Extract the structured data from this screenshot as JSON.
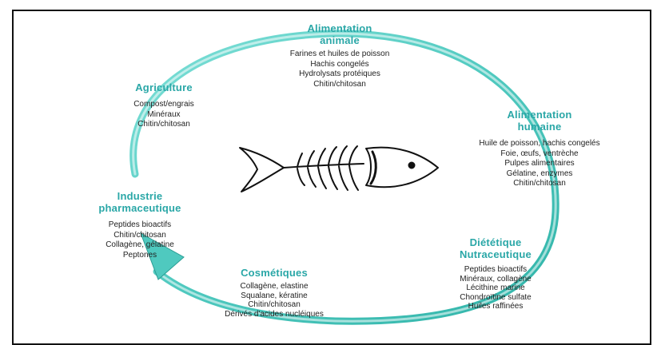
{
  "colors": {
    "title": "#2aa7a7",
    "cycle_arrow": "#5ccfc6",
    "text": "#222222",
    "border": "#111111"
  },
  "icons": {
    "center": "fish-skeleton-icon",
    "cycle": "circular-arrow-icon"
  },
  "sectors": {
    "alimentation_animale": {
      "title": [
        "Alimentation",
        "animale"
      ],
      "items": [
        "Farines et huiles de poisson",
        "Hachis congelés",
        "Hydrolysats protéiques",
        "Chitin/chitosan"
      ]
    },
    "agriculture": {
      "title": [
        "Agriculture"
      ],
      "items": [
        "Compost/engrais",
        "Minéraux",
        "Chitin/chitosan"
      ]
    },
    "alimentation_humaine": {
      "title": [
        "Alimentation",
        "humaine"
      ],
      "items": [
        "Huile de poisson, hachis congelés",
        "Foie, œufs, ventrèche",
        "Pulpes alimentaires",
        "Gélatine, enzymes",
        "Chitin/chitosan"
      ]
    },
    "industrie_pharmaceutique": {
      "title": [
        "Industrie",
        "pharmaceutique"
      ],
      "items": [
        "Peptides bioactifs",
        "Chitin/chitosan",
        "Collagène, gélatine",
        "Peptones"
      ]
    },
    "dietetique": {
      "title": [
        "Diététique",
        "Nutraceutique"
      ],
      "items": [
        "Peptides bioactifs",
        "Minéraux, collagène",
        "Lécithine marine",
        "Chondroïtine sulfate",
        "Huiles raffinées"
      ]
    },
    "cosmetiques": {
      "title": [
        "Cosmétiques"
      ],
      "items": [
        "Collagène, elastine",
        "Squalane, kératine",
        "Chitin/chitosan",
        "Dérivés d'acides nucléiques"
      ]
    }
  }
}
